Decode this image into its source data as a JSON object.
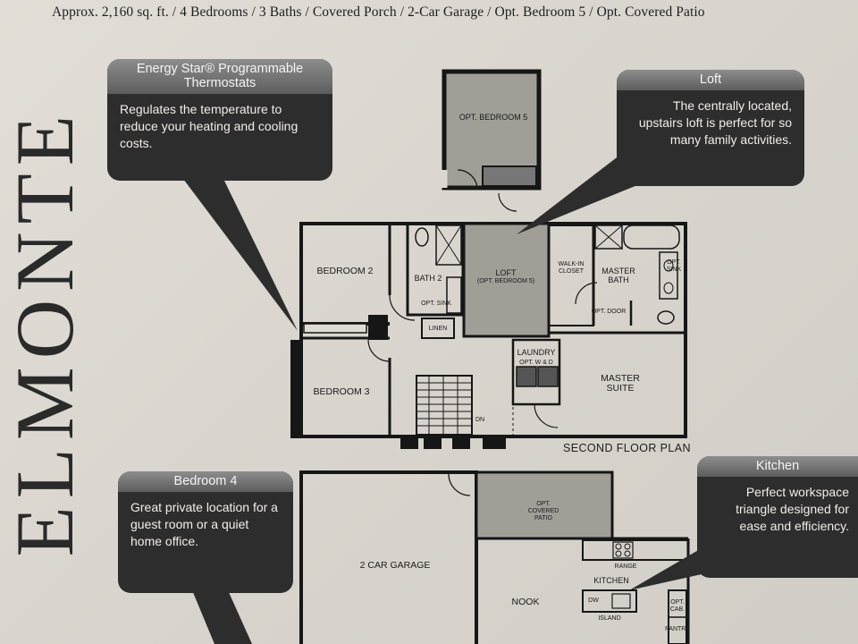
{
  "header": {
    "summary": "Approx. 2,160 sq. ft. / 4 Bedrooms / 3 Baths / Covered Porch / 2-Car Garage  / Opt. Bedroom 5  / Opt. Covered Patio"
  },
  "brand": {
    "name": "ELMONTE"
  },
  "callouts": {
    "thermostat": {
      "title": "Energy Star® Programmable Thermostats",
      "body": "Regulates the temperature to reduce your heating and cooling costs."
    },
    "loft": {
      "title": "Loft",
      "body": "The centrally located, upstairs loft is perfect for so many family activities."
    },
    "bedroom4": {
      "title": "Bedroom 4",
      "body": "Great private location for a guest room or a quiet home office."
    },
    "kitchen": {
      "title": "Kitchen",
      "body": "Perfect workspace triangle designed for ease and efficiency."
    }
  },
  "second_floor": {
    "title": "SECOND FLOOR PLAN",
    "rooms": {
      "opt_bedroom5": "OPT. BEDROOM 5",
      "bedroom2": "BEDROOM 2",
      "bath2": "BATH 2",
      "opt_sink_bath2": "OPT. SINK",
      "linen": "LINEN",
      "loft": "LOFT",
      "loft_sub": "(OPT. BEDROOM 5)",
      "walkin_closet": "WALK-IN CLOSET",
      "master_bath": "MASTER BATH",
      "opt_sink_master": "OPT. SINK",
      "opt_door": "OPT. DOOR",
      "laundry": "LAUNDRY",
      "opt_wd": "OPT. W & D",
      "master_suite": "MASTER SUITE",
      "bedroom3": "BEDROOM 3",
      "stair_dn": "DN"
    }
  },
  "first_floor": {
    "rooms": {
      "garage": "2 CAR GARAGE",
      "opt_covered_patio": "OPT. COVERED PATIO",
      "range": "RANGE",
      "kitchen": "KITCHEN",
      "nook": "NOOK",
      "dw": "DW",
      "island": "ISLAND",
      "pantry": "PANTRY",
      "opt_cab": "OPT. CAB."
    }
  },
  "colors": {
    "callout_bg": "#2d2d2d",
    "callout_title": "#707070",
    "shaded_room": "#9e9b96",
    "wall": "#161616"
  }
}
